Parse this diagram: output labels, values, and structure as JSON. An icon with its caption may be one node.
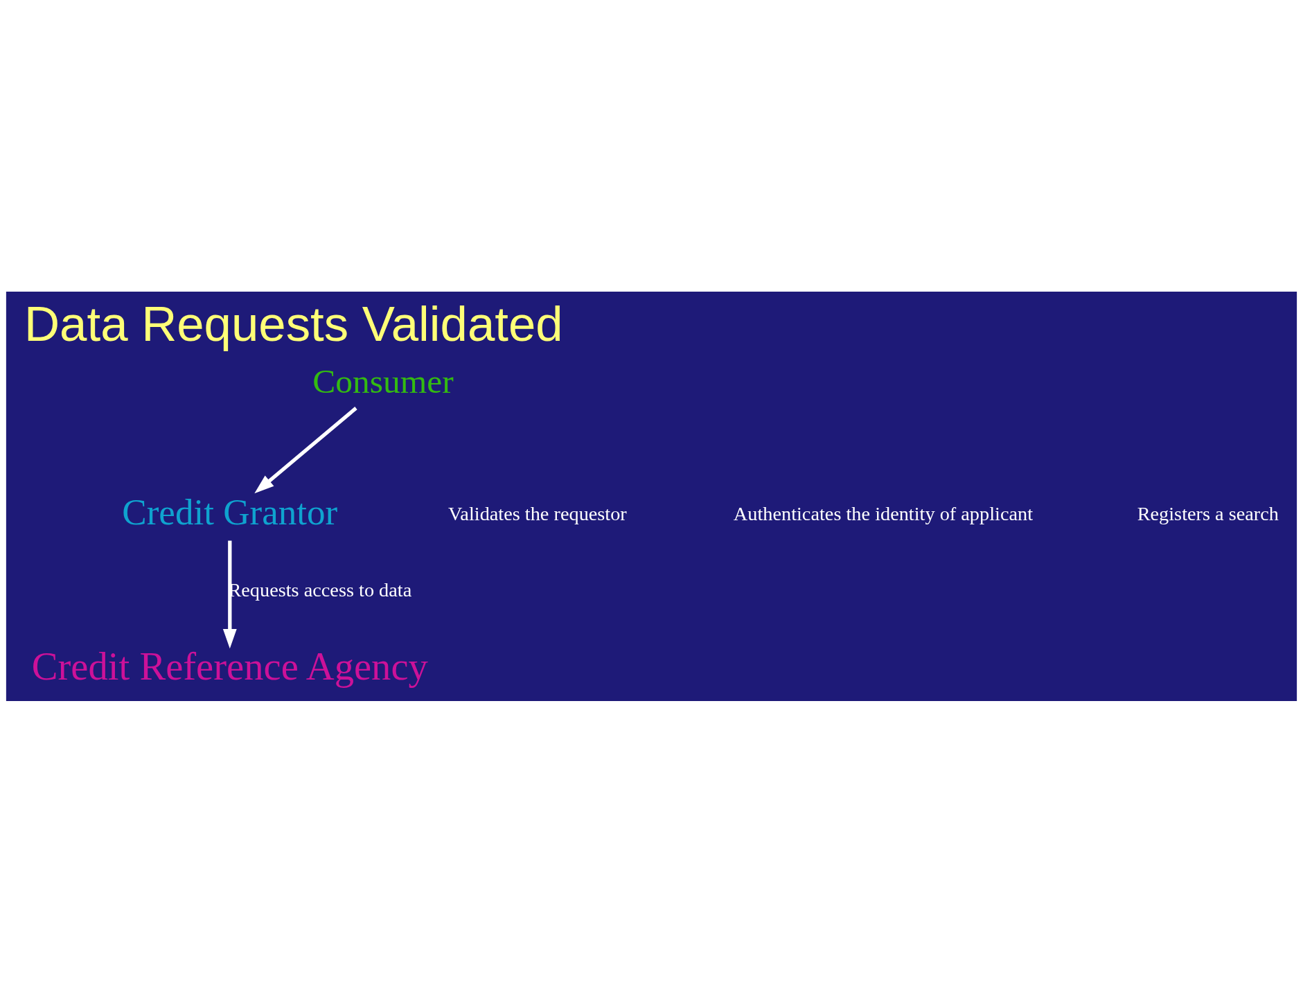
{
  "diagram": {
    "title": "Data Requests Validated",
    "nodes": [
      {
        "text": [
          "Consumer"
        ]
      },
      {
        "text": [
          "Credit Grantor"
        ]
      },
      {
        "text": [
          "Credit Reference Agency"
        ]
      }
    ],
    "edges": [
      {
        "from": 0,
        "to": 1,
        "arrow": "to"
      },
      {
        "from": 1,
        "to": 2,
        "arrow": "to",
        "label": "Requests access to data"
      }
    ],
    "labels": [
      "Validates the requestor",
      "Authenticates the identity of applicant",
      "Registers a search"
    ]
  }
}
